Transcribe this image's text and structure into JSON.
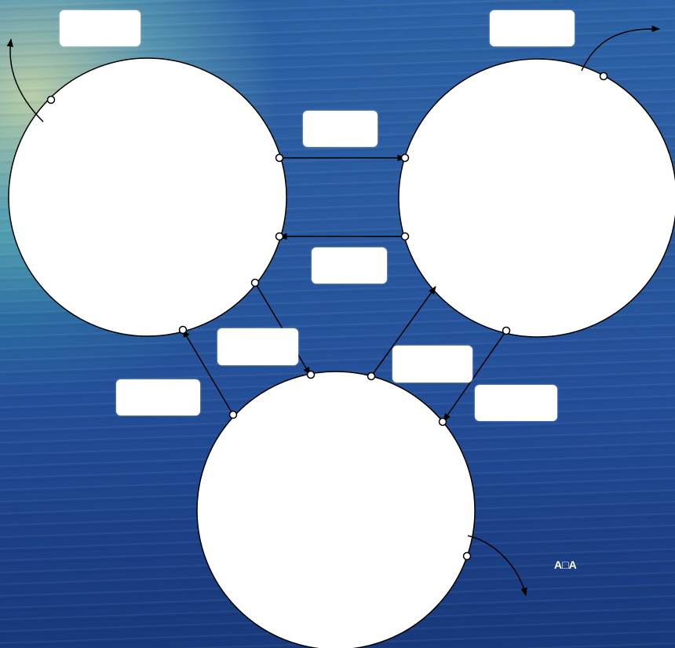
{
  "background": {
    "scene": "ocean-water",
    "colors": [
      "#2d63a6",
      "#1c3f86",
      "#d2e1aa"
    ]
  },
  "diagram": {
    "circles": [
      "circle-top-left",
      "circle-top-right",
      "circle-bottom"
    ],
    "label_boxes": [
      "",
      "",
      "",
      "",
      "",
      "",
      "",
      ""
    ],
    "corner_text": "A□A"
  }
}
